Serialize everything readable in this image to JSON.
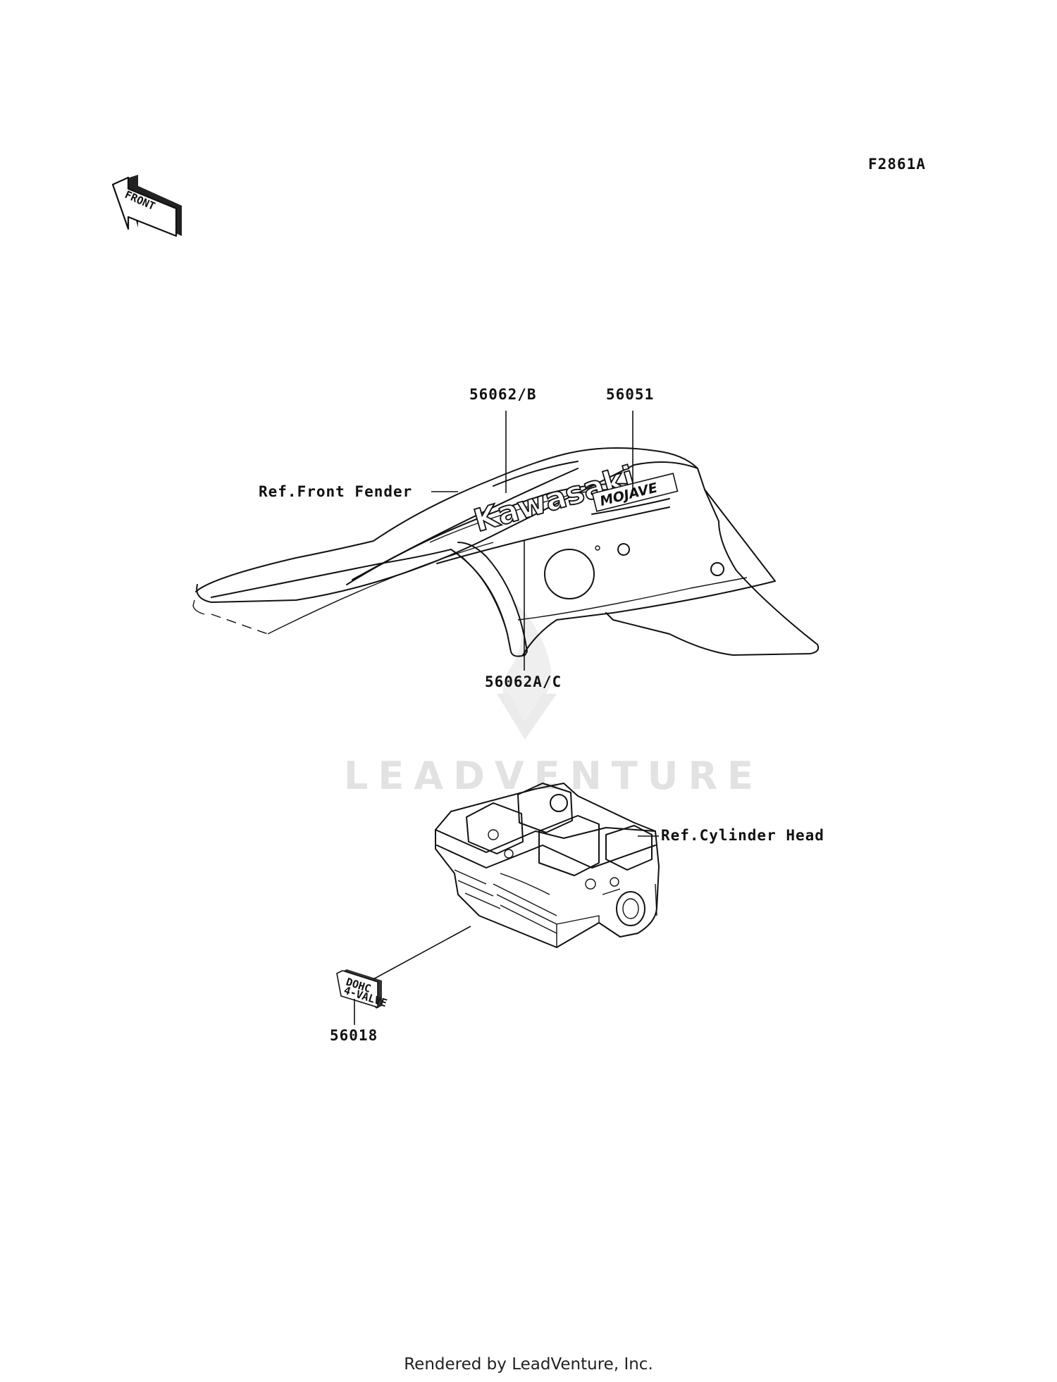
{
  "figure_code": "F2861A",
  "front_arrow": {
    "label": "FRONT",
    "icon": "front-direction-arrow-icon"
  },
  "watermark": {
    "text": "LEADVENTURE"
  },
  "fender_assembly": {
    "logo_text": "Kawasaki",
    "badge_text": "MOJAVE",
    "ref_label": "Ref.Front Fender",
    "callouts": {
      "part_56062b": "56062/B",
      "part_56051": "56051",
      "part_56062ac": "56062A/C"
    }
  },
  "cylinder_head_assembly": {
    "ref_label": "Ref.Cylinder Head",
    "emblem_line1": "DOHC",
    "emblem_line2": "4-VALVE",
    "callouts": {
      "part_56018": "56018"
    }
  },
  "footer": {
    "text": "Rendered by LeadVenture, Inc."
  }
}
